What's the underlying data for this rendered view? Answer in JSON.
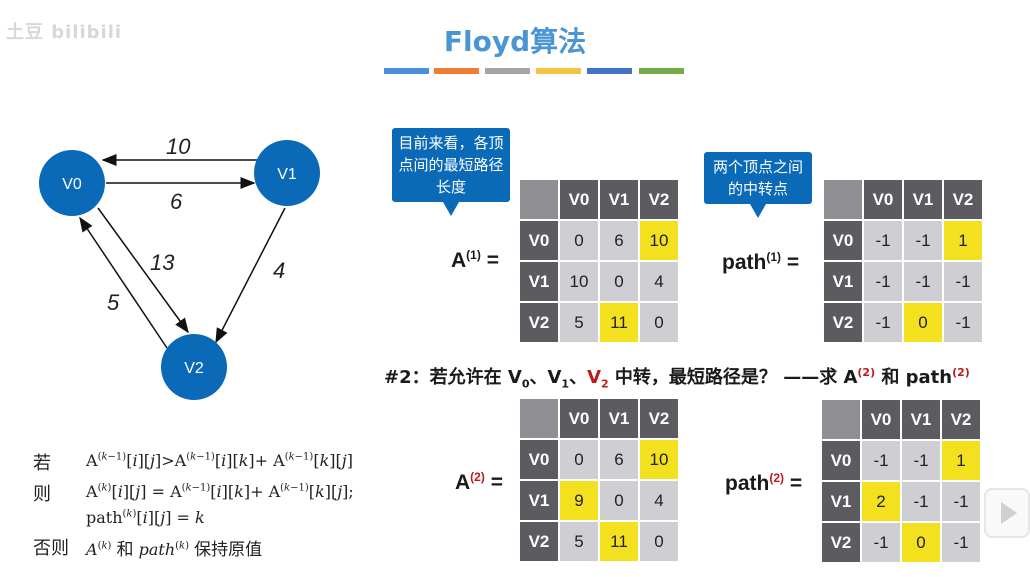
{
  "watermark": "土豆 bilibili",
  "title": "Floyd算法",
  "color_bar": [
    "#4a90d9",
    "#ef7d35",
    "#a5a5a5",
    "#f5c242",
    "#4472c4",
    "#70ad47"
  ],
  "graph": {
    "nodes": [
      "V0",
      "V1",
      "V2"
    ],
    "edges": [
      {
        "from": "V1",
        "to": "V0",
        "weight": "10"
      },
      {
        "from": "V0",
        "to": "V1",
        "weight": "6"
      },
      {
        "from": "V0",
        "to": "V2",
        "weight": "13"
      },
      {
        "from": "V1",
        "to": "V2",
        "weight": "4"
      },
      {
        "from": "V2",
        "to": "V0",
        "weight": "5"
      }
    ],
    "node_color": "#0a6ab8"
  },
  "callouts": {
    "dist": "目前来看，各顶点间的最短路径长度",
    "path": "两个顶点之间的中转点"
  },
  "labels": {
    "A1_base": "A",
    "A1_sup": "(1)",
    "path1_base": "path",
    "path1_sup": "(1)",
    "A2_base": "A",
    "A2_sup": "(2)",
    "path2_base": "path",
    "path2_sup": "(2)",
    "eq": "="
  },
  "matrices": {
    "headers": [
      "V0",
      "V1",
      "V2"
    ],
    "A1": [
      [
        "0",
        "6",
        "10"
      ],
      [
        "10",
        "0",
        "4"
      ],
      [
        "5",
        "11",
        "0"
      ]
    ],
    "path1": [
      [
        "-1",
        "-1",
        "1"
      ],
      [
        "-1",
        "-1",
        "-1"
      ],
      [
        "-1",
        "0",
        "-1"
      ]
    ],
    "A2": [
      [
        "0",
        "6",
        "10"
      ],
      [
        "9",
        "0",
        "4"
      ],
      [
        "5",
        "11",
        "0"
      ]
    ],
    "path2": [
      [
        "-1",
        "-1",
        "1"
      ],
      [
        "2",
        "-1",
        "-1"
      ],
      [
        "-1",
        "0",
        "-1"
      ]
    ]
  },
  "question": {
    "prefix": "#2：若允许在 V",
    "v0_sub": "0",
    "sep1": "、V",
    "v1_sub": "1",
    "sep2": "、",
    "v2": "V",
    "v2_sub": "2",
    "mid": " 中转，最短路径是？ ——求 A",
    "a_sup": "(2)",
    "and": " 和 path",
    "p_sup": "(2)"
  },
  "rules": {
    "if_kw": "若",
    "then_kw": "则",
    "else_kw": "否则",
    "else_text": "和",
    "else_text2": "保持原值"
  }
}
